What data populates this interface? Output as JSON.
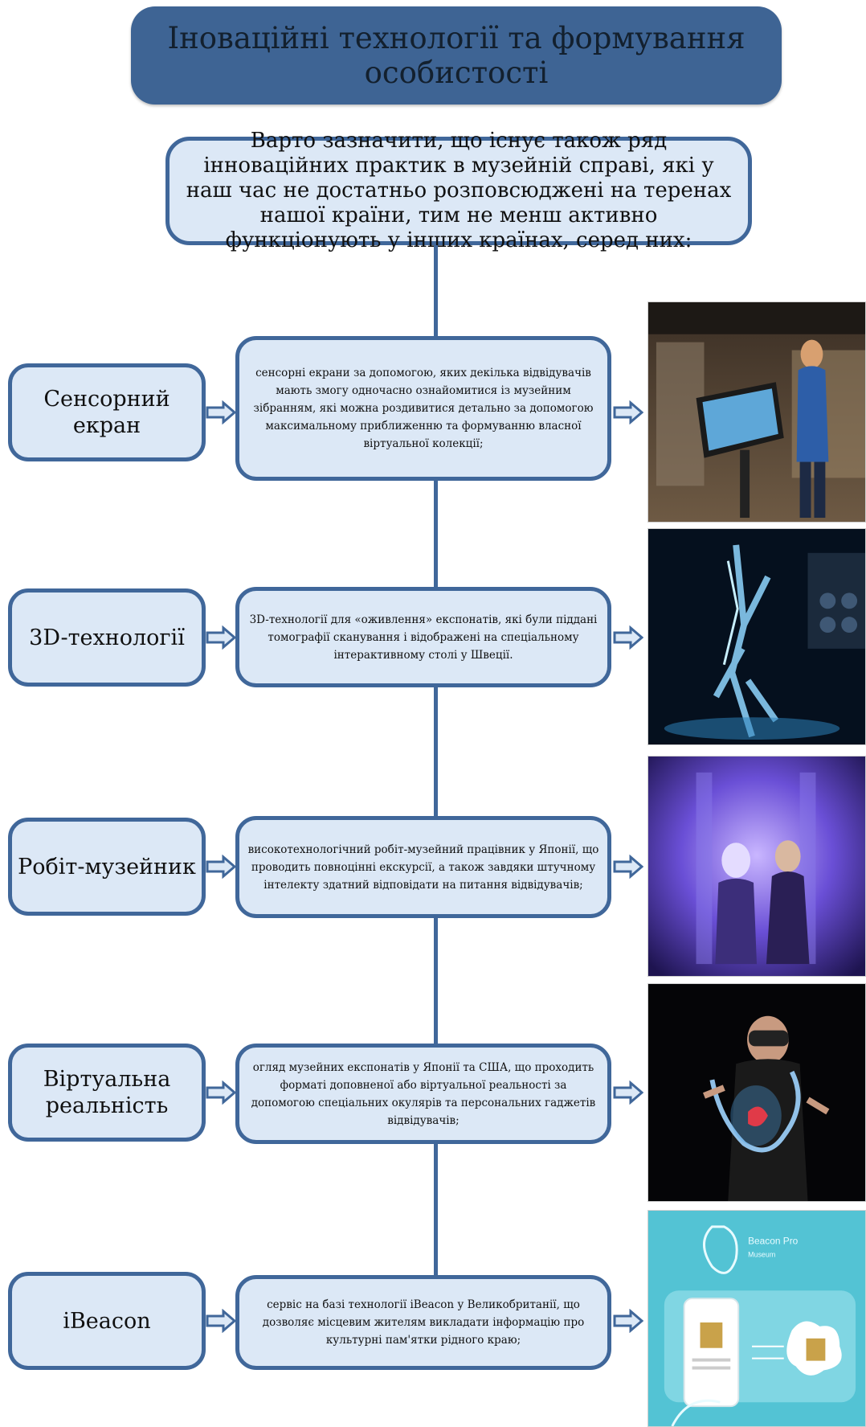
{
  "title": "Іноваційні технології та формування особистості",
  "intro": "Варто зазначити, що існує також ряд інноваційних практик в музейній справі, які у наш час не достатньо розповсюджені на теренах нашої країни, тим не менш активно функціонують у інших країнах, серед них:",
  "items": [
    {
      "label": "Сенсорний екран",
      "description": "сенсорні екрани за допомогою, яких декілька відвідувачів мають змогу одночасно ознайомитися із музейним зібранням, які можна роздивитися детально за допомогою максимальному приближенню та формуванню власної віртуальної колекції;"
    },
    {
      "label": "3D-технології",
      "description": "3D-технології для «оживлення» експонатів, які були піддані томографії сканування і відображені на спеціальному інтерактивному столі у Швеції."
    },
    {
      "label": "Робіт-музейник",
      "description": "високотехнологічний робіт-музейний працівник у Японії, що проводить повноцінні екскурсії, а також завдяки штучному інтелекту здатний відповідати на питання відвідувачів;"
    },
    {
      "label": "Віртуальна реальність",
      "description": "огляд музейних експонатів у Японії та США, що проходить форматі доповненої або віртуальної реальності за допомогою спеціальних окулярів та персональних гаджетів відвідувачів;"
    },
    {
      "label": "iBeacon",
      "description": "сервіс на базі технології iBeacon у Великобританії, що дозволяє місцевим жителям викладати інформацію про культурні пам'ятки рідного краю;"
    }
  ],
  "ibeacon_caption": "Beacon Pro",
  "ibeacon_subcaption": "Museum"
}
